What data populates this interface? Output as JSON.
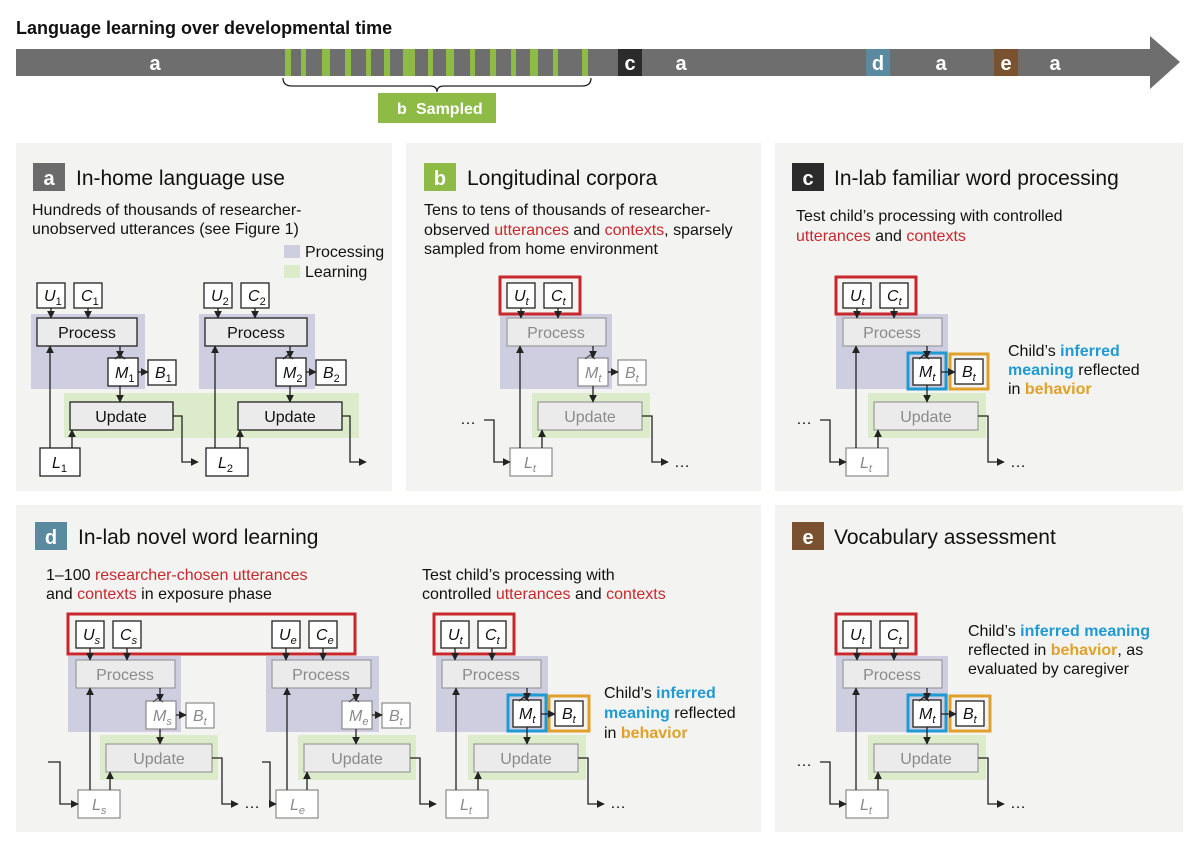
{
  "timeline": {
    "title": "Language learning over developmental time",
    "segments": {
      "a1": "a",
      "c": "c",
      "a2": "a",
      "d": "d",
      "a3": "a",
      "e": "e",
      "a4": "a"
    },
    "sampled_letter": "b",
    "sampled_label": "Sampled"
  },
  "colors": {
    "timeline_gray": "#6e6e6e",
    "sampled_green": "#8dbb45",
    "processing_purple": "#cfcde0",
    "learning_green": "#dcebc9",
    "panel_bg": "#f3f3f1",
    "red": "#c8282d",
    "blue": "#1f9ad3",
    "gold": "#e0a12a",
    "badge_a": "#6b6b6b",
    "badge_c": "#2b2b2b",
    "badge_d": "#5a8aa0",
    "badge_e": "#7a5230"
  },
  "panels": {
    "a": {
      "letter": "a",
      "title": "In-home language use",
      "desc1": "Hundreds of thousands of researcher-",
      "desc2": "unobserved utterances (see Figure 1)",
      "legend_processing": "Processing",
      "legend_learning": "Learning",
      "process": "Process",
      "update": "Update"
    },
    "b": {
      "letter": "b",
      "title": "Longitudinal corpora",
      "desc1a": "Tens to tens of thousands of researcher-",
      "desc2a": "observed ",
      "desc2b": "utterances",
      "desc2c": " and ",
      "desc2d": "contexts",
      "desc2e": ", sparsely",
      "desc3": "sampled from home environment",
      "process": "Process",
      "update": "Update",
      "ellipsis": "…"
    },
    "c": {
      "letter": "c",
      "title": "In-lab familiar word processing",
      "desc1": "Test child’s processing with controlled",
      "desc2a": "utterances",
      "desc2b": " and ",
      "desc2c": "contexts",
      "note1a": "Child’s ",
      "note1b": "inferred",
      "note2a": "meaning",
      "note2b": " reflected",
      "note3a": "in ",
      "note3b": "behavior",
      "process": "Process",
      "update": "Update",
      "ellipsis": "…"
    },
    "d": {
      "letter": "d",
      "title": "In-lab novel word learning",
      "desc1a": "1–100 ",
      "desc1b": "researcher-chosen utterances",
      "desc2a": "and ",
      "desc2b": "contexts",
      "desc2c": " in exposure phase",
      "desc3": "Test child’s processing with",
      "desc4a": "controlled ",
      "desc4b": "utterances",
      "desc4c": " and ",
      "desc4d": "contexts",
      "note1a": "Child’s ",
      "note1b": "inferred",
      "note2a": "meaning",
      "note2b": " reflected",
      "note3a": "in ",
      "note3b": "behavior",
      "process": "Process",
      "update": "Update",
      "ellipsis": "…"
    },
    "e": {
      "letter": "e",
      "title": "Vocabulary assessment",
      "note1a": "Child’s ",
      "note1b": "inferred meaning",
      "note2a": "reflected in ",
      "note2b": "behavior",
      "note2c": ", as",
      "note3": "evaluated by caregiver",
      "process": "Process",
      "update": "Update",
      "ellipsis": "…"
    }
  },
  "symbols": {
    "U": "U",
    "C": "C",
    "M": "M",
    "B": "B",
    "L": "L",
    "sub1": "1",
    "sub2": "2",
    "subt": "t",
    "subs": "s",
    "sube": "e"
  }
}
